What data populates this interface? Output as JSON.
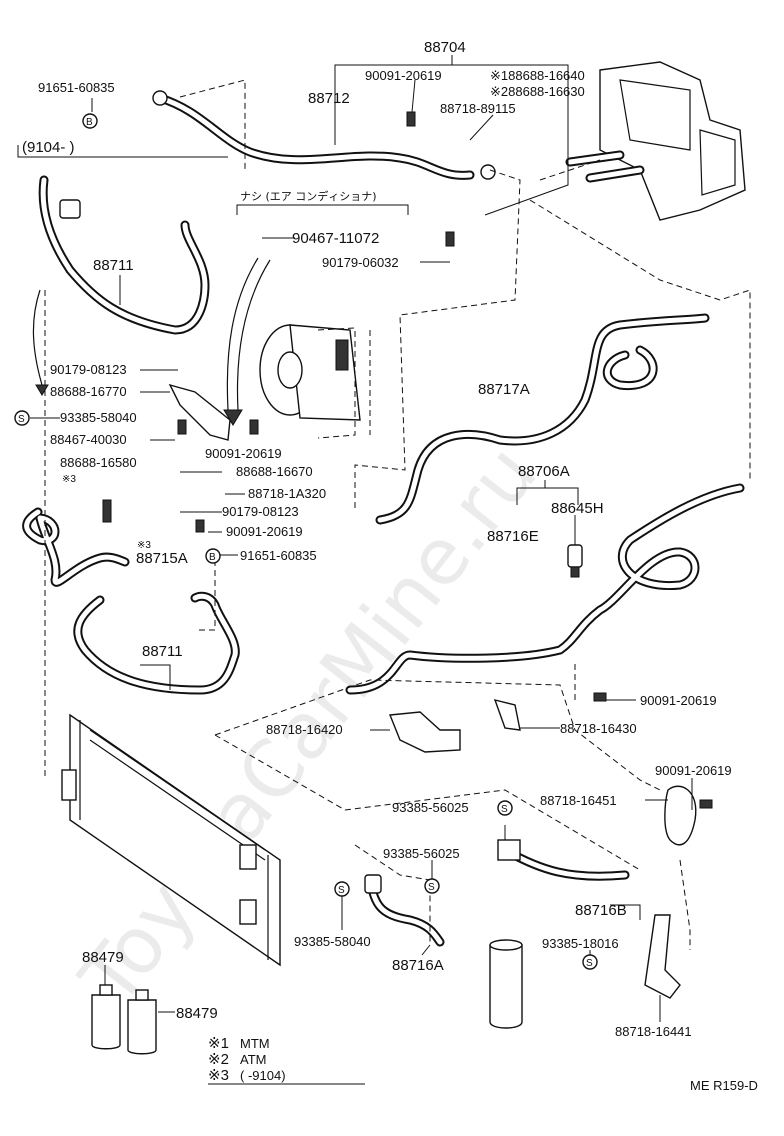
{
  "watermark": "ToyotaCarMine.ru",
  "page_id": "ME R159-D",
  "japanese_note": "ナシ (エア コンデ゙ィショナ)",
  "group_label_9104": "(9104-          )",
  "legend": [
    {
      "mark": "※1",
      "text": "MTM"
    },
    {
      "mark": "※2",
      "text": "ATM"
    },
    {
      "mark": "※3",
      "text": "(       -9104)"
    }
  ],
  "labels": {
    "p88704": "88704",
    "p91651_60835_top": "91651-60835",
    "p90091_20619_top": "90091-20619",
    "p188688_16640": "※188688-16640",
    "p288688_16630": "※288688-16630",
    "p88712": "88712",
    "p88718_89115": "88718-89115",
    "p90467_11072": "90467-11072",
    "p90179_06032": "90179-06032",
    "p88711_top": "88711",
    "p90179_08123_a": "90179-08123",
    "p88688_16770": "88688-16770",
    "p93385_58040_a": "93385-58040",
    "p88467_40030": "88467-40030",
    "p90091_20619_mid": "90091-20619",
    "p88688_16580": "88688-16580",
    "p_x3_a": "※3",
    "p88688_16670": "88688-16670",
    "p88718_1A320": "88718-1A320",
    "p90179_08123_b": "90179-08123",
    "p90091_20619_c": "90091-20619",
    "p_x3_b": "※3",
    "p88715A": "88715A",
    "p91651_60835_b": "91651-60835",
    "p88711_bottom": "88711",
    "p88717A": "88717A",
    "p88706A": "88706A",
    "p88645H": "88645H",
    "p88716E": "88716E",
    "p90091_20619_r1": "90091-20619",
    "p88718_16430": "88718-16430",
    "p88718_16420": "88718-16420",
    "p90091_20619_r2": "90091-20619",
    "p93385_56025_a": "93385-56025",
    "p88718_16451": "88718-16451",
    "p93385_56025_b": "93385-56025",
    "p88716B": "88716B",
    "p93385_58040_b": "93385-58040",
    "p88716A": "88716A",
    "p93385_18016": "93385-18016",
    "p88718_16441": "88718-16441",
    "p88479_a": "88479",
    "p88479_b": "88479"
  },
  "badges": {
    "b": "B",
    "s": "S"
  },
  "colors": {
    "ink": "#111111",
    "paper": "#ffffff",
    "watermark": "#dcdcdc"
  }
}
